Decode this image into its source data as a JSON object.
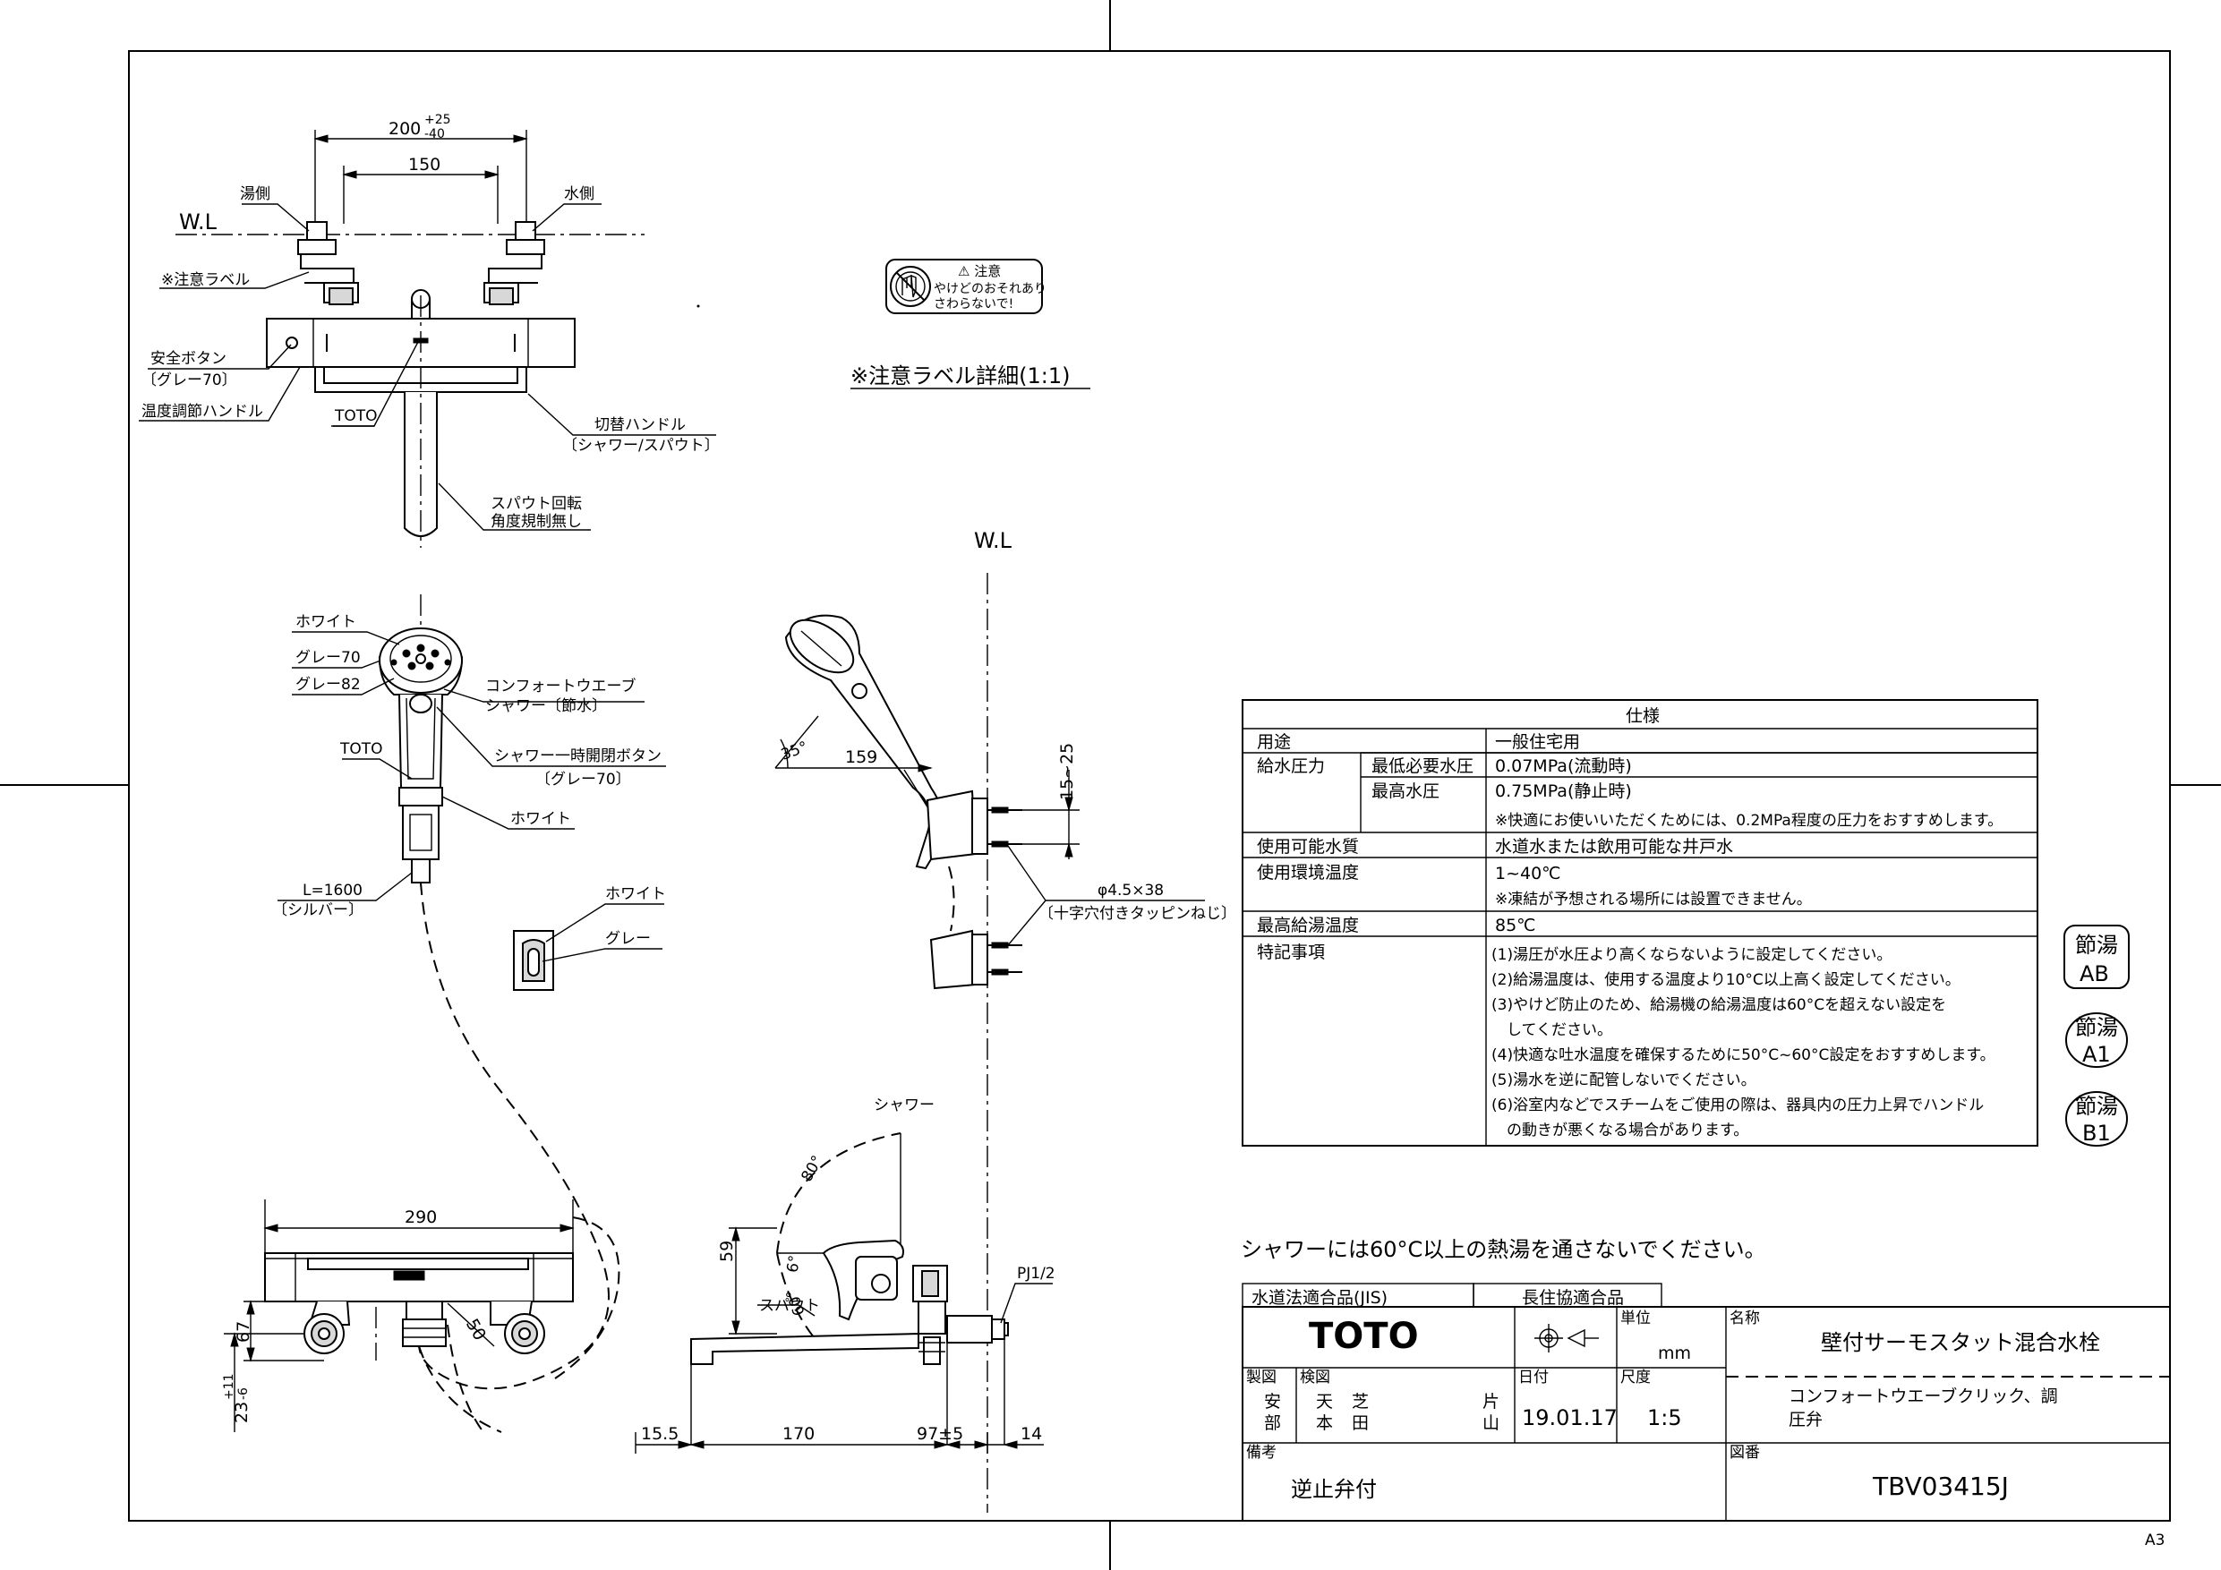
{
  "labels": {
    "dim_200": "200",
    "tol_plus25": "+25",
    "tol_minus40": "-40",
    "dim_150": "150",
    "yuigawa": "湯側",
    "mizugawa": "水側",
    "wl": "W.L",
    "chui_label": "※注意ラベル",
    "safety_button": "安全ボタン",
    "safety_grey": "〔グレー70〕",
    "temp_handle": "温度調節ハンドル",
    "toto_top": "TOTO",
    "switch_handle": "切替ハンドル",
    "switch_sub": "〔シャワー/スパウト〕",
    "spout_rot1": "スパウト回転",
    "spout_rot2": "角度規制無し",
    "white1": "ホワイト",
    "grey70": "グレー70",
    "grey82": "グレー82",
    "comfort1": "コンフォートウエーブ",
    "comfort2": "シャワー〔節水〕",
    "toto_mid": "TOTO",
    "shower_btn1": "シャワー一時開閉ボタン",
    "shower_btn2": "〔グレー70〕",
    "white2": "ホワイト",
    "hose_len": "L=1600",
    "hose_color": "〔シルバー〕",
    "white3": "ホワイト",
    "grey": "グレー",
    "label_detail": "※注意ラベル詳細(1:1)",
    "caution_title": "⚠ 注意",
    "caution_line1": "やけどのおそれあり",
    "caution_line2": "さわらないで!",
    "wl2": "W.L",
    "ang35": "35°",
    "dim159": "159",
    "dim15_25": "15~25",
    "screw_dia": "φ4.5×38",
    "screw_type": "〔十字穴付きタッピンねじ〕",
    "shower_label": "シャワー",
    "ang80": "80°",
    "dim59": "59",
    "ang6": "6°",
    "ang60": "60°",
    "spout_label": "スパウト",
    "pj": "PJ1/2",
    "dim15_5": "15.5",
    "dim170": "170",
    "dim97": "97±5",
    "dim14": "14",
    "dim290": "290",
    "dim67": "67",
    "dim50": "50",
    "dim23": "23",
    "tol_p11": "+11",
    "tol_m6": "-6"
  },
  "spec": {
    "title": "仕様",
    "rows": [
      {
        "k1": "用途",
        "k2": "",
        "v": [
          "一般住宅用"
        ]
      },
      {
        "k1": "給水圧力",
        "k2": "最低必要水圧",
        "v": [
          "0.07MPa(流動時)"
        ]
      },
      {
        "k1": "",
        "k2": "最高水圧",
        "v": [
          "0.75MPa(静止時)",
          "※快適にお使いいただくためには、0.2MPa程度の圧力をおすすめします。"
        ]
      },
      {
        "k1": "使用可能水質",
        "k2": "",
        "v": [
          "水道水または飲用可能な井戸水"
        ]
      },
      {
        "k1": "使用環境温度",
        "k2": "",
        "v": [
          "1~40℃",
          "※凍結が予想される場所には設置できません。"
        ]
      },
      {
        "k1": "最高給湯温度",
        "k2": "",
        "v": [
          "85℃"
        ]
      },
      {
        "k1": "特記事項",
        "k2": "",
        "v": [
          "(1)湯圧が水圧より高くならないように設定してください。",
          "(2)給湯温度は、使用する温度より10°C以上高く設定してください。",
          "(3)やけど防止のため、給湯機の給湯温度は60°Cを超えない設定を",
          "　してください。",
          "(4)快適な吐水温度を確保するために50°C~60°C設定をおすすめします。",
          "(5)湯水を逆に配管しないでください。",
          "(6)浴室内などでスチームをご使用の際は、器具内の圧力上昇でハンドル",
          "　の動きが悪くなる場合があります。"
        ]
      }
    ]
  },
  "badges": [
    {
      "top": "節湯",
      "bottom": "AB"
    },
    {
      "top": "節湯",
      "bottom": "A1"
    },
    {
      "top": "節湯",
      "bottom": "B1"
    }
  ],
  "notice": "シャワーには60°C以上の熱湯を通さないでください。",
  "titleblock": {
    "cert1": "水道法適合品(JIS)",
    "cert2": "長住協適合品",
    "brand": "TOTO",
    "unit_label": "単位",
    "unit": "mm",
    "name_label": "名称",
    "name": "壁付サーモスタット混合水栓",
    "sub1": "コンフォートウエーブクリック、調",
    "sub2": "圧弁",
    "drawn_label": "製図",
    "drawn1": "安",
    "drawn2": "部",
    "checked_label": "検図",
    "checked1": "天",
    "checked2": "本",
    "checked3": "芝",
    "checked4": "田",
    "checked5": "片",
    "checked6": "山",
    "date_label": "日付",
    "date": "19.01.17",
    "scale_label": "尺度",
    "scale": "1:5",
    "remarks_label": "備考",
    "remarks": "逆止弁付",
    "dwg_label": "図番",
    "dwg_no": "TBV03415J",
    "sheet_size": "A3"
  }
}
